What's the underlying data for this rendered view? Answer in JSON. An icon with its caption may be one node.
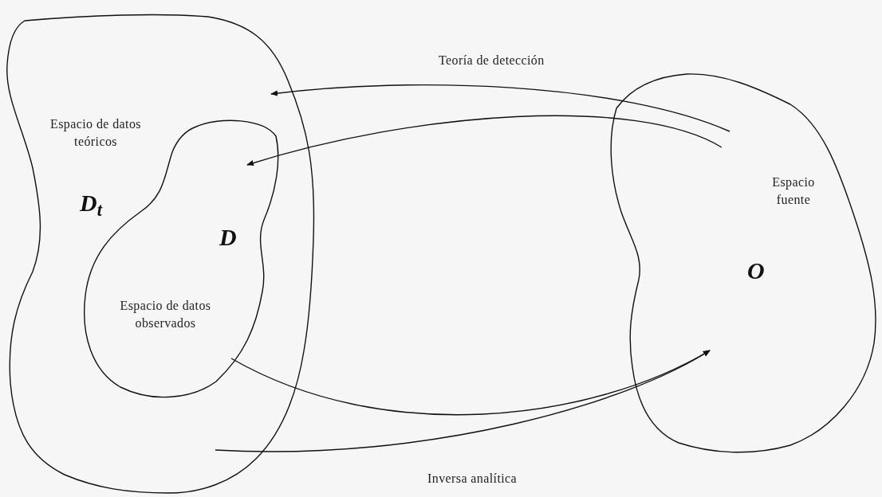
{
  "diagram": {
    "nodes": [
      {
        "text": [
          "Espacio de datos teóricos",
          "D$_{t}$"
        ]
      },
      {
        "text": [
          "D",
          "Espacio de datos observados"
        ],
        "in": 0
      },
      {
        "text": [
          "Espacio fuente",
          "O"
        ]
      }
    ],
    "edges": [
      {
        "from": 2,
        "to": 0,
        "arrow": "to",
        "label": "Teoría de detección"
      },
      {
        "from": 2,
        "to": 1,
        "arrow": "to"
      },
      {
        "from": 1,
        "to": 2,
        "arrow": "to"
      },
      {
        "from": 0,
        "to": 2,
        "arrow": "to",
        "label": "Inversa analítica"
      }
    ]
  }
}
